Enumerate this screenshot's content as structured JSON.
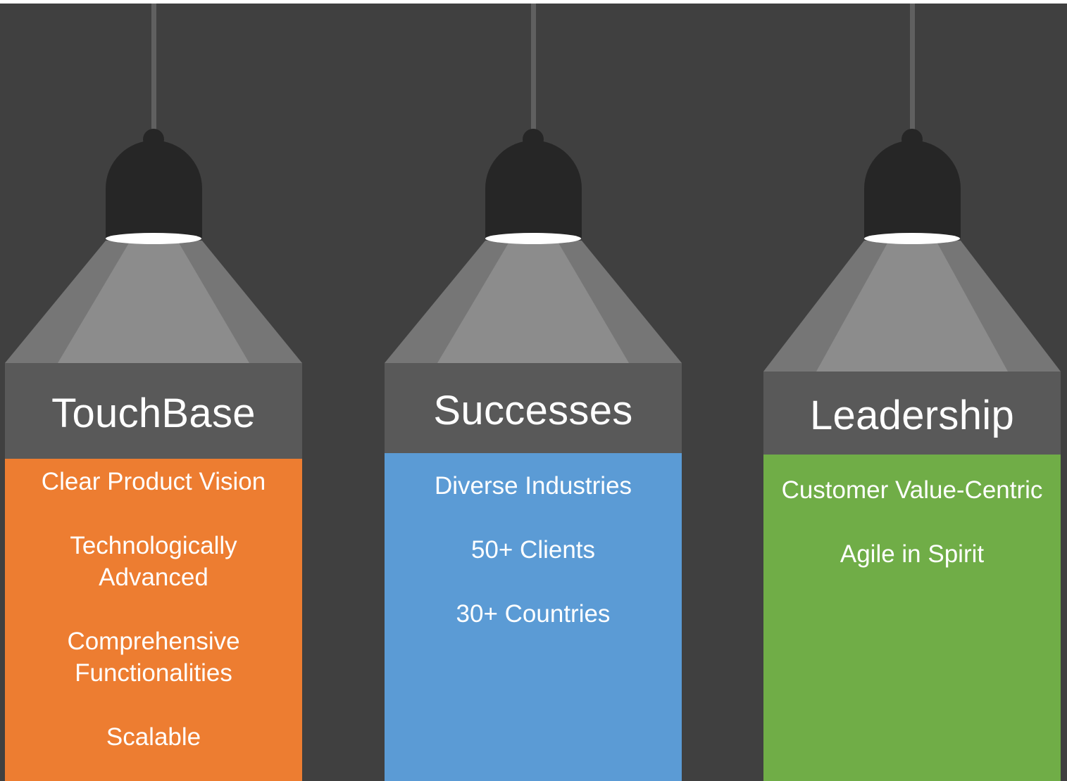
{
  "colors": {
    "background": "#404040",
    "header": "#595959",
    "lamp_shade": "#262626",
    "light_outer": "#767676",
    "light_inner": "#8c8c8c",
    "cord": "#606060"
  },
  "columns": [
    {
      "icon": "pendant-lamp-icon",
      "title": "TouchBase",
      "color": "#ed7d31",
      "items": [
        "Clear Product Vision",
        "Technologically\nAdvanced",
        "Comprehensive\nFunctionalities",
        "Scalable"
      ]
    },
    {
      "icon": "pendant-lamp-icon",
      "title": "Successes",
      "color": "#5b9bd5",
      "items": [
        "Diverse Industries",
        "50+ Clients",
        "30+ Countries"
      ]
    },
    {
      "icon": "pendant-lamp-icon",
      "title": "Leadership",
      "color": "#70ad47",
      "items": [
        "Customer Value-Centric",
        "Agile in Spirit"
      ]
    }
  ]
}
